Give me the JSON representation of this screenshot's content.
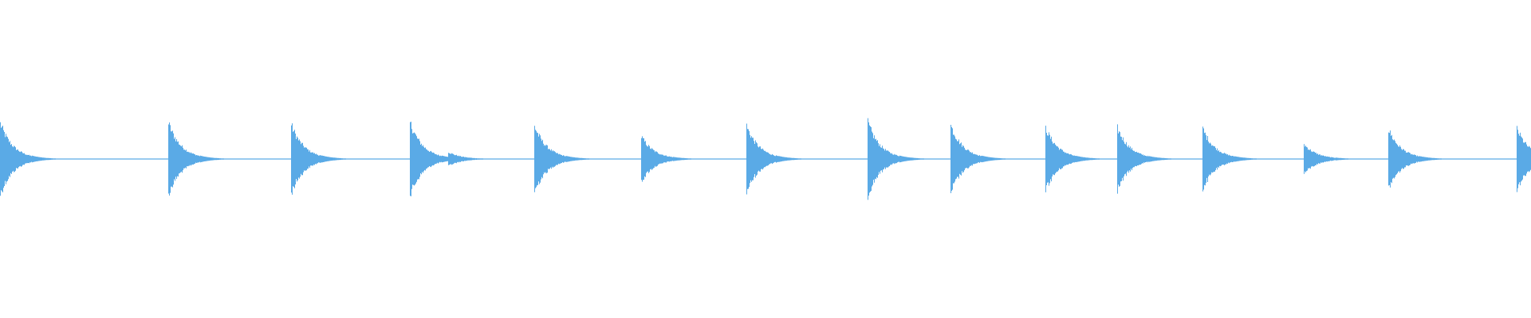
{
  "waveform": {
    "color": "#5aaae6",
    "background": "#ffffff",
    "transients": [
      {
        "time": 0.0,
        "peak": 0.92
      },
      {
        "time": 0.11,
        "peak": 0.92
      },
      {
        "time": 0.19,
        "peak": 0.88
      },
      {
        "time": 0.268,
        "peak": 0.94
      },
      {
        "time": 0.293,
        "peak": 0.18
      },
      {
        "time": 0.349,
        "peak": 0.85
      },
      {
        "time": 0.419,
        "peak": 0.58
      },
      {
        "time": 0.488,
        "peak": 0.85
      },
      {
        "time": 0.567,
        "peak": 0.94
      },
      {
        "time": 0.621,
        "peak": 0.87
      },
      {
        "time": 0.683,
        "peak": 0.8
      },
      {
        "time": 0.73,
        "peak": 0.8
      },
      {
        "time": 0.786,
        "peak": 0.78
      },
      {
        "time": 0.852,
        "peak": 0.38
      },
      {
        "time": 0.907,
        "peak": 0.76
      },
      {
        "time": 0.991,
        "peak": 0.78
      }
    ]
  }
}
